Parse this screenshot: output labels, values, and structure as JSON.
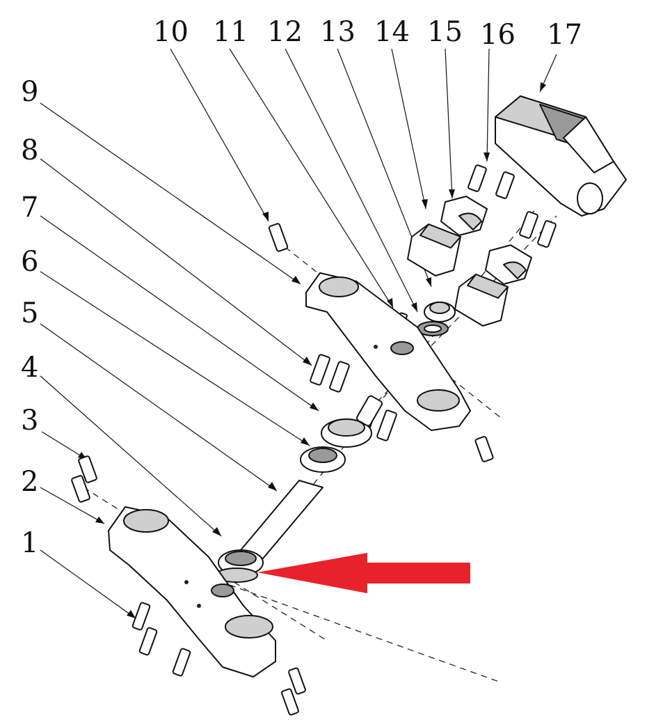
{
  "diagram": {
    "callouts": [
      {
        "number": "1"
      },
      {
        "number": "2"
      },
      {
        "number": "3"
      },
      {
        "number": "4"
      },
      {
        "number": "5"
      },
      {
        "number": "6"
      },
      {
        "number": "7"
      },
      {
        "number": "8"
      },
      {
        "number": "9"
      },
      {
        "number": "10"
      },
      {
        "number": "11"
      },
      {
        "number": "12"
      },
      {
        "number": "13"
      },
      {
        "number": "14"
      },
      {
        "number": "15"
      },
      {
        "number": "16"
      },
      {
        "number": "17"
      }
    ],
    "colors": {
      "lines": "#111111",
      "arrow": "#e8222a",
      "background": "#ffffff"
    },
    "highlight": {
      "icon": "red-arrow-icon",
      "points_to": "4"
    }
  }
}
